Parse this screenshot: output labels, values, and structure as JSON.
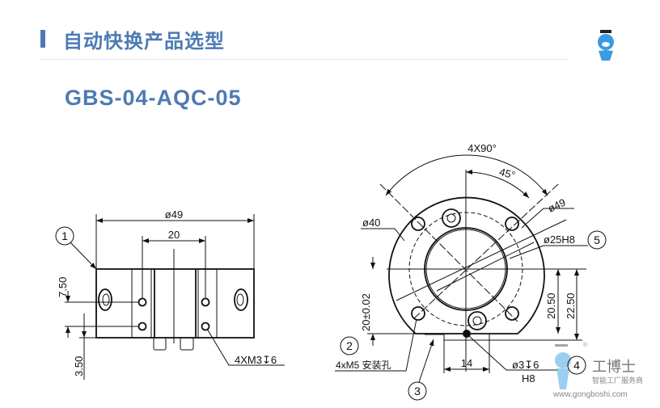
{
  "header": {
    "title": "自动快换产品选型",
    "model": "GBS-04-AQC-05"
  },
  "left_view": {
    "dia": "ø49",
    "width": "20",
    "h1": "7.50",
    "h2": "3.50",
    "thread": "4XM3↧6",
    "callout": "1"
  },
  "right_view": {
    "angle_total": "4X90°",
    "angle_half": "45°",
    "pcd": "ø40",
    "outer": "ø49",
    "bore": "ø25H8",
    "bore_callout": "5",
    "pos": "20±0.02",
    "h1": "20.50",
    "h2": "22.50",
    "mount_callout": "2",
    "mount": "4xM5 安装孔",
    "step_callout": "3",
    "width": "14",
    "pin": "ø3↧6",
    "pin_fit": "H8",
    "pin_callout": "4"
  },
  "watermark": {
    "brand": "工博士",
    "slogan": "智能工厂服务商",
    "url": "www.gongboshi.com",
    "reg": "®"
  },
  "colors": {
    "accent": "#4d7ab3"
  }
}
